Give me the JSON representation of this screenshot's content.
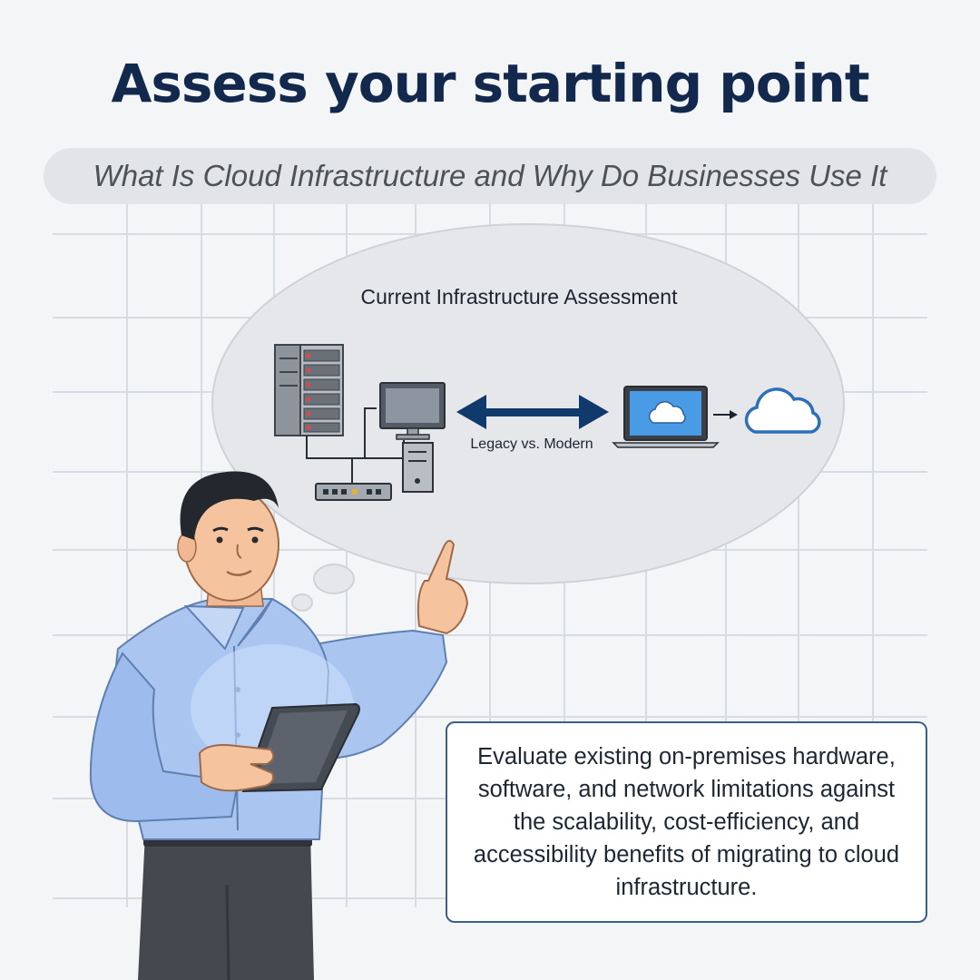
{
  "header": {
    "title": "Assess your starting point",
    "subtitle": "What Is Cloud Infrastructure and Why Do Businesses Use It"
  },
  "thought_bubble": {
    "heading": "Current Infrastructure Assessment",
    "comparison_label": "Legacy vs. Modern",
    "icons": [
      "server-rack-icon",
      "desktop-computer-icon",
      "network-switch-icon",
      "double-arrow-icon",
      "laptop-cloud-icon",
      "arrow-right-icon",
      "cloud-icon"
    ]
  },
  "callout": {
    "text": "Evaluate existing on-premises hardware, software, and network limitations against the scalability, cost-efficiency, and accessibility benefits of migrating to cloud infrastructure."
  },
  "colors": {
    "title": "#12294d",
    "accent_navy": "#0f3a6b",
    "bubble": "#e6e7ea",
    "shirt": "#a9c5f0",
    "cloud_outline": "#2d6fb8",
    "callout_border": "#3a5f8e"
  }
}
